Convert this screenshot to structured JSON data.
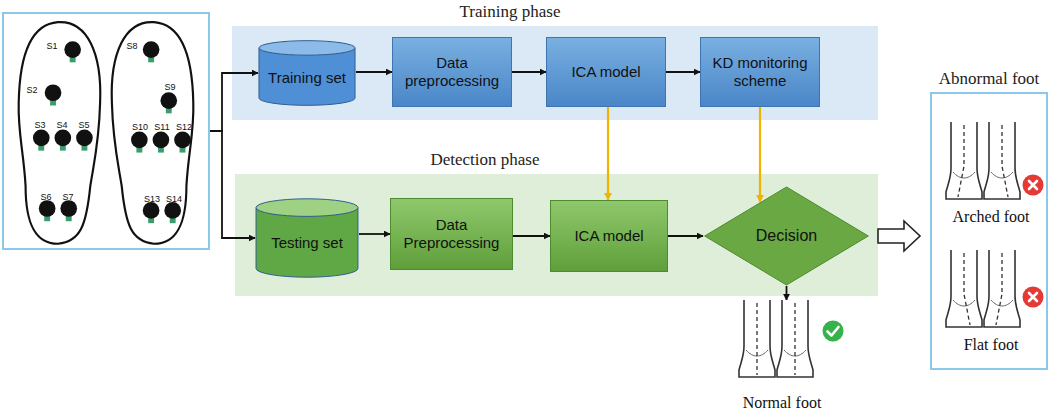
{
  "diagram": {
    "nodes": [
      {
        "text": [
          "S1",
          "S2",
          "S3",
          "S4",
          "S5",
          "S6",
          "S7",
          "S8",
          "S9",
          "S10",
          "S11",
          "S12",
          "S13",
          "S14"
        ]
      },
      {
        "text": [
          "Training phase"
        ]
      },
      {
        "text": [
          "Training set"
        ],
        "in": 1
      },
      {
        "text": [
          "Data preprocessing"
        ],
        "in": 1
      },
      {
        "text": [
          "ICA model"
        ],
        "in": 1
      },
      {
        "text": [
          "KD monitoring scheme"
        ],
        "in": 1
      },
      {
        "text": [
          "Detection phase"
        ]
      },
      {
        "text": [
          "Testing set"
        ],
        "in": 6
      },
      {
        "text": [
          "Data Preprocessing"
        ],
        "in": 6
      },
      {
        "text": [
          "ICA model"
        ],
        "in": 6
      },
      {
        "text": [
          "Decision"
        ],
        "in": 6
      },
      {
        "text": [
          "Normal foot"
        ]
      },
      {
        "text": [
          "Abnormal foot"
        ]
      },
      {
        "text": [
          "Arched foot"
        ],
        "in": 12
      },
      {
        "text": [
          "Flat foot"
        ],
        "in": 12
      }
    ],
    "edges": [
      {
        "from": 0,
        "to": 2,
        "arrow": "to"
      },
      {
        "from": 0,
        "to": 7,
        "arrow": "to"
      },
      {
        "from": 2,
        "to": 3,
        "arrow": "to"
      },
      {
        "from": 3,
        "to": 4,
        "arrow": "to"
      },
      {
        "from": 4,
        "to": 5,
        "arrow": "to"
      },
      {
        "from": 4,
        "to": 9,
        "arrow": "to"
      },
      {
        "from": 5,
        "to": 10,
        "arrow": "to"
      },
      {
        "from": 7,
        "to": 8,
        "arrow": "to"
      },
      {
        "from": 8,
        "to": 9,
        "arrow": "to"
      },
      {
        "from": 9,
        "to": 10,
        "arrow": "to"
      },
      {
        "from": 10,
        "to": 11,
        "arrow": "to"
      },
      {
        "from": 10,
        "to": 12,
        "arrow": "to"
      }
    ]
  }
}
